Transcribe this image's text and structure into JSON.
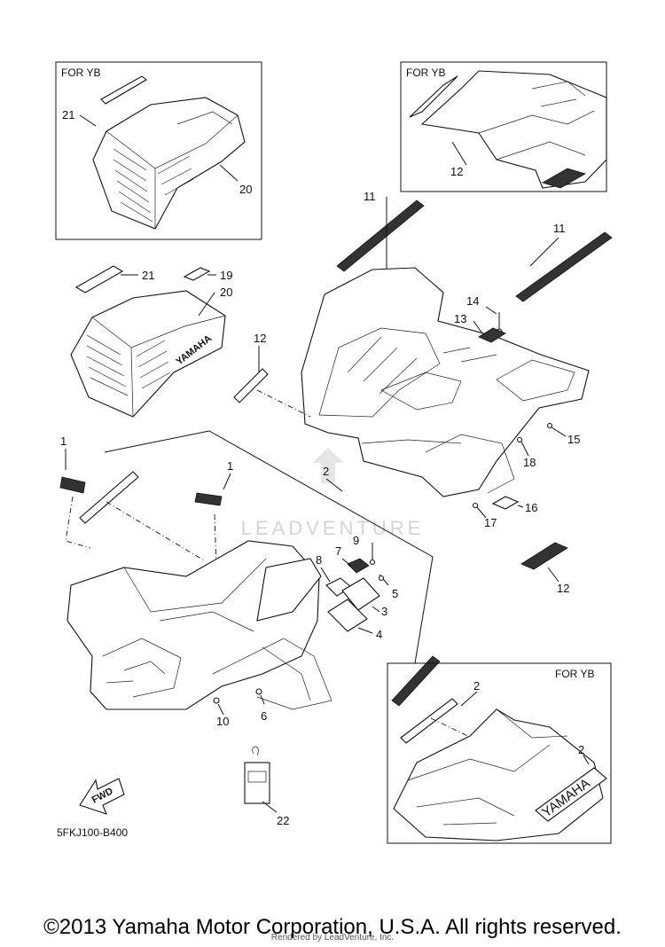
{
  "frames": {
    "top_left_label": "FOR YB",
    "top_right_label": "FOR YB",
    "bottom_right_label": "FOR YB"
  },
  "callouts": {
    "c21_box": "21",
    "c20_box": "20",
    "c12_box": "12",
    "c11_left": "11",
    "c11_right": "11",
    "c21": "21",
    "c19": "19",
    "c20": "20",
    "c14": "14",
    "c13": "13",
    "c12_mid": "12",
    "c15": "15",
    "c18": "18",
    "c16": "16",
    "c17": "17",
    "c12_lower": "12",
    "c1_left": "1",
    "c1_mid": "1",
    "c2": "2",
    "c9": "9",
    "c7": "7",
    "c8": "8",
    "c5": "5",
    "c3": "3",
    "c4": "4",
    "c10": "10",
    "c6": "6",
    "c22": "22",
    "c2_box_a": "2",
    "c2_box_b": "2"
  },
  "decals": {
    "yamaha_small": "YAMAHA",
    "yamaha_large": "YAMAHA"
  },
  "fwd_label": "FWD",
  "diagram_code": "5FKJ100-B400",
  "watermark": "LEADVENTURE",
  "copyright": "©2013 Yamaha Motor Corporation, U.S.A. All rights reserved.",
  "rendered_by": "Rendered by LeadVenture, Inc.",
  "colors": {
    "line": "#111111",
    "watermark": "#d4d4d4"
  }
}
